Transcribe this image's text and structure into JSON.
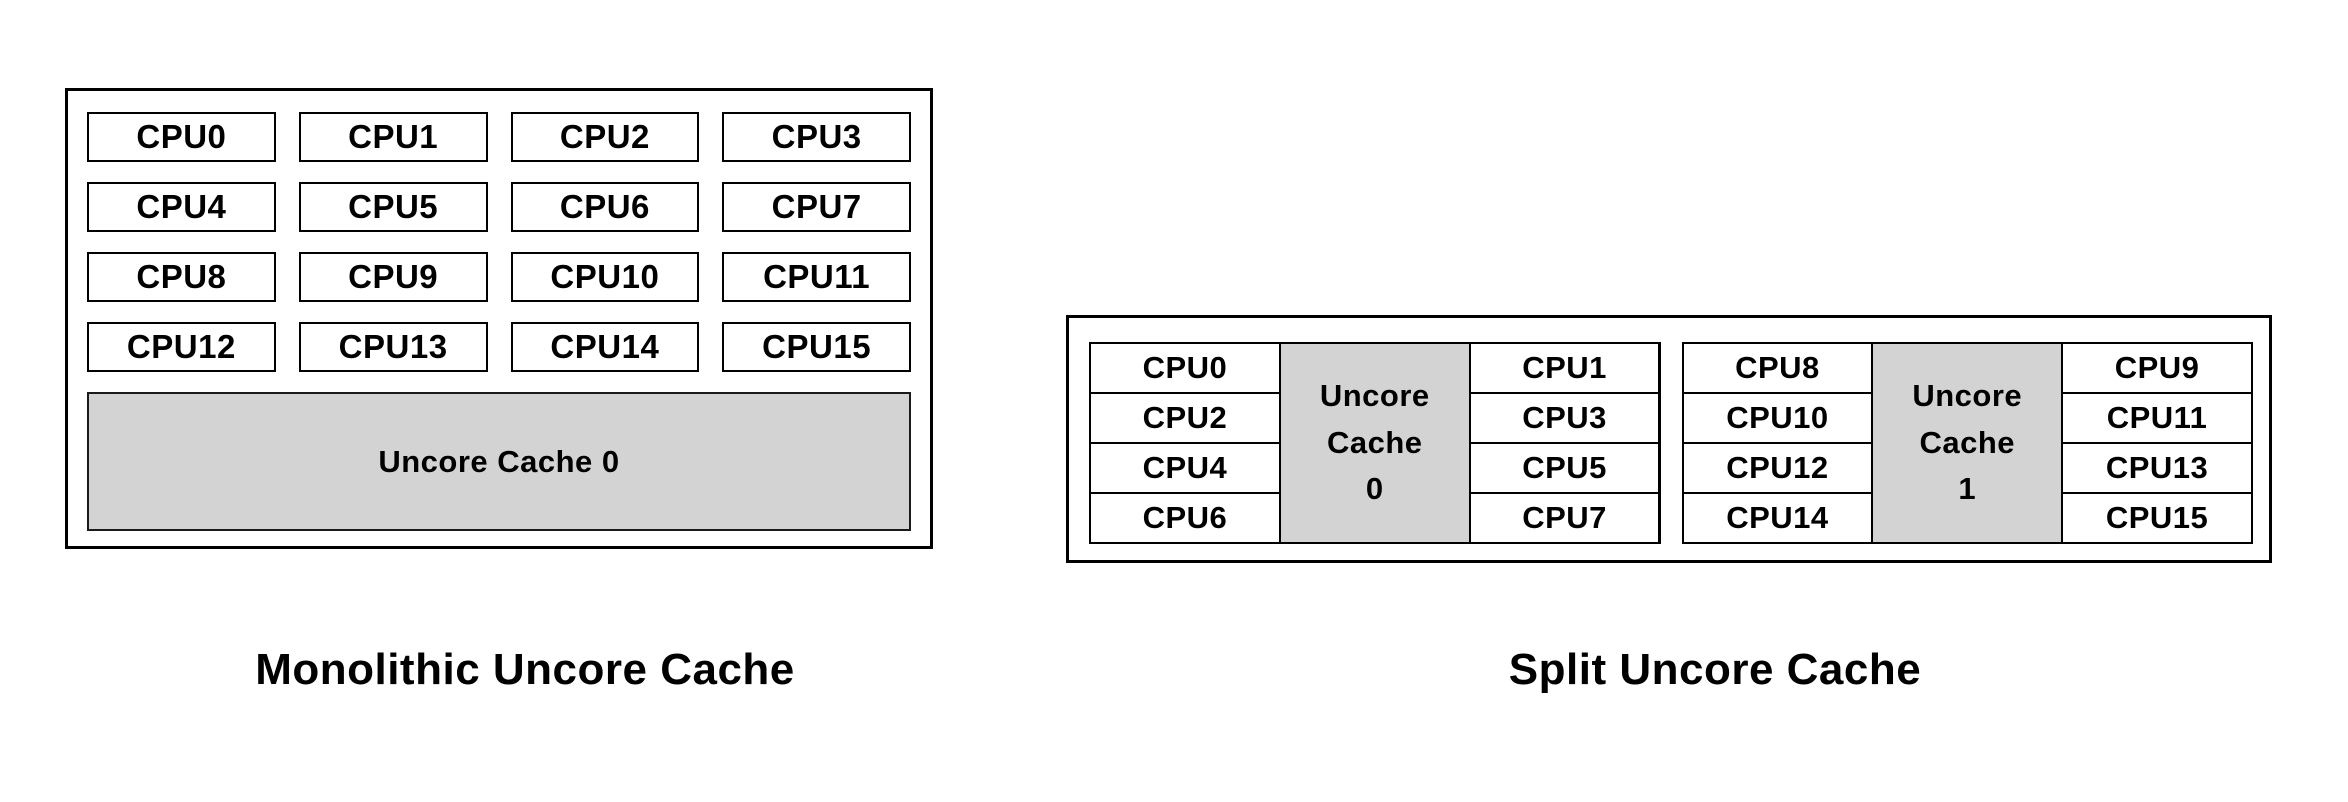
{
  "monolithic": {
    "caption": "Monolithic Uncore Cache",
    "cpus": [
      "CPU0",
      "CPU1",
      "CPU2",
      "CPU3",
      "CPU4",
      "CPU5",
      "CPU6",
      "CPU7",
      "CPU8",
      "CPU9",
      "CPU10",
      "CPU11",
      "CPU12",
      "CPU13",
      "CPU14",
      "CPU15"
    ],
    "uncore_label": "Uncore Cache 0"
  },
  "split": {
    "caption": "Split Uncore Cache",
    "clusters": [
      {
        "left_cpus": [
          "CPU0",
          "CPU2",
          "CPU4",
          "CPU6"
        ],
        "uncore_text": "Uncore\nCache\n0",
        "right_cpus": [
          "CPU1",
          "CPU3",
          "CPU5",
          "CPU7"
        ]
      },
      {
        "left_cpus": [
          "CPU8",
          "CPU10",
          "CPU12",
          "CPU14"
        ],
        "uncore_text": "Uncore\nCache\n1",
        "right_cpus": [
          "CPU9",
          "CPU11",
          "CPU13",
          "CPU15"
        ]
      }
    ]
  },
  "colors": {
    "background": "#ffffff",
    "border": "#000000",
    "text": "#000000",
    "uncore_fill": "#d3d3d3"
  }
}
